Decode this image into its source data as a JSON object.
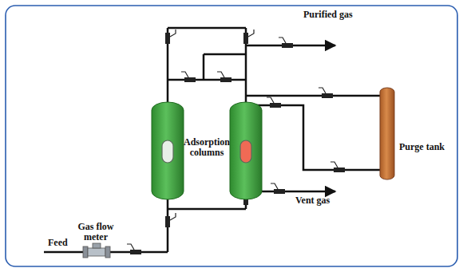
{
  "diagram": {
    "nodes": [
      {
        "text": [
          "Gas flow meter"
        ]
      },
      {
        "text": [
          "Purge tank"
        ]
      }
    ],
    "labels": [
      "Purified gas",
      "Adsorption columns",
      "Vent gas",
      "Feed"
    ]
  }
}
